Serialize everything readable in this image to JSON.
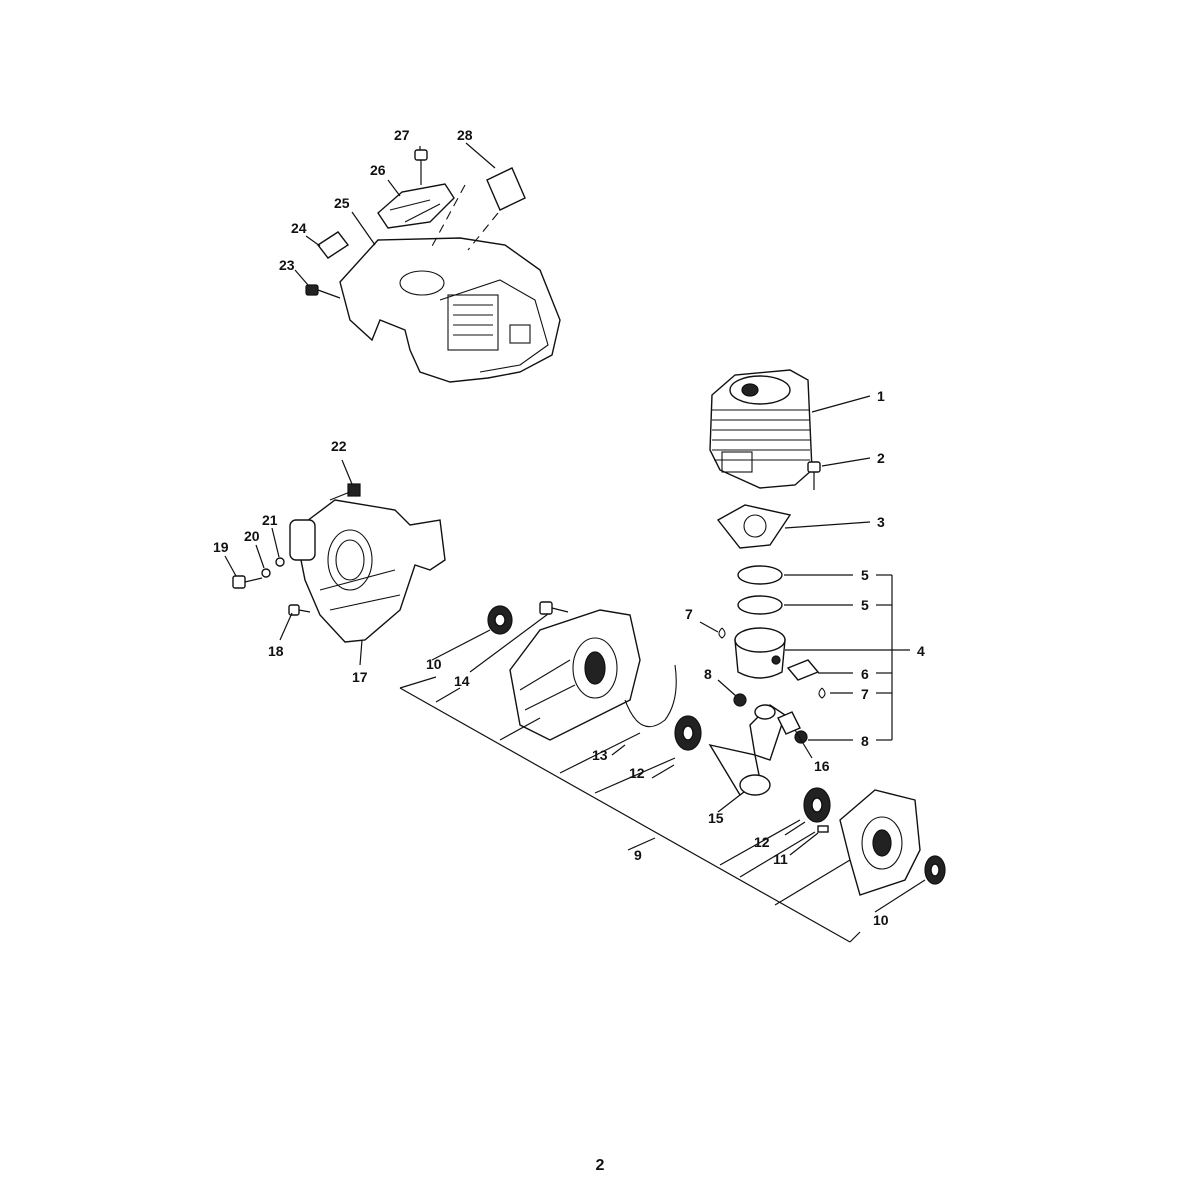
{
  "callouts": {
    "c1": "1",
    "c2": "2",
    "c3": "3",
    "c4": "4",
    "c5a": "5",
    "c5b": "5",
    "c6": "6",
    "c7a": "7",
    "c7b": "7",
    "c8a": "8",
    "c8b": "8",
    "c9": "9",
    "c10a": "10",
    "c10b": "10",
    "c11": "11",
    "c12a": "12",
    "c12b": "12",
    "c13": "13",
    "c14": "14",
    "c15": "15",
    "c16": "16",
    "c17": "17",
    "c18": "18",
    "c19": "19",
    "c20": "20",
    "c21": "21",
    "c22": "22",
    "c23": "23",
    "c24": "24",
    "c25": "25",
    "c26": "26",
    "c27": "27",
    "c28": "28"
  },
  "page_number": "2"
}
